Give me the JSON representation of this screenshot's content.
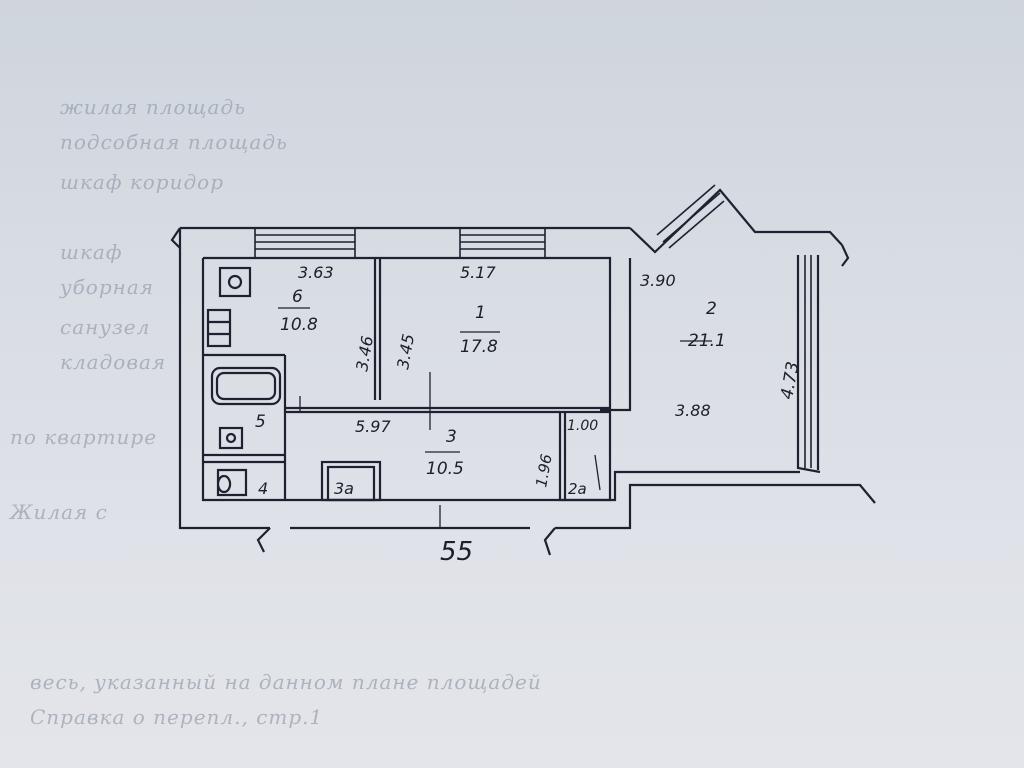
{
  "plan": {
    "rooms": [
      {
        "num": "1",
        "area": "17.8"
      },
      {
        "num": "2",
        "area": "21.1"
      },
      {
        "num": "3",
        "area": "10.5"
      },
      {
        "num": "5",
        "area": ""
      },
      {
        "num": "6",
        "area": "10.8"
      }
    ],
    "fixtures": {
      "closet_3a": "3а",
      "closet_2a": "2а",
      "wc_4": "4"
    },
    "dimensions": {
      "room6_top": "3.63",
      "room6_side": "3.46",
      "room1_top": "5.17",
      "room1_side": "3.45",
      "room2_top": "3.90",
      "room2_right": "4.73",
      "room2_bottom": "3.88",
      "corridor_length": "5.97",
      "closet_width": "1.00",
      "closet_height": "1.96"
    },
    "stamp": "55"
  }
}
